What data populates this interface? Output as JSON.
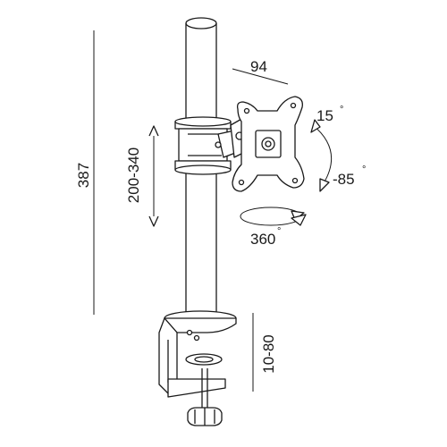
{
  "dimensions": {
    "total_height": "387",
    "adjust_range": "200-340",
    "arm_width": "94",
    "tilt_up": "15",
    "tilt_down": "-85",
    "rotation": "360",
    "clamp_range": "10-80"
  },
  "units": {
    "degree_symbol": "°"
  }
}
